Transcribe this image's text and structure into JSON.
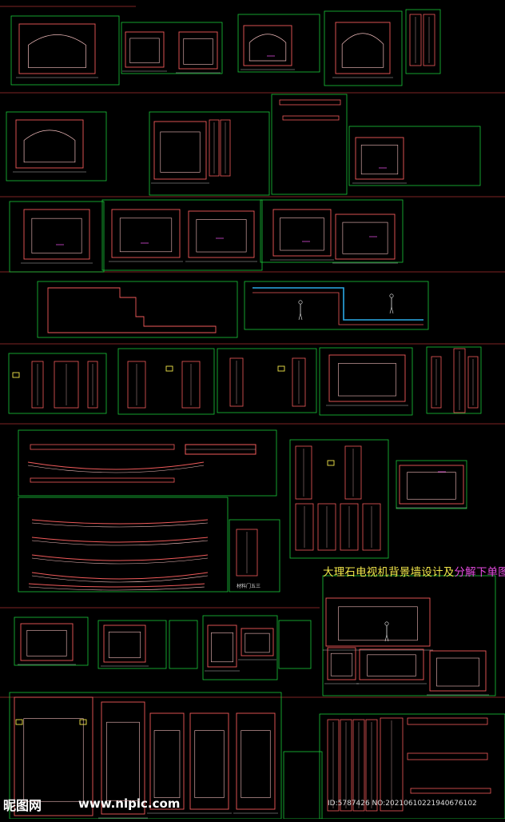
{
  "title": {
    "part1": "大理石电视机背景墙",
    "part2": "设计及",
    "part3": "分解下单图",
    "color1": "#f2e64a",
    "color3": "#e54be0"
  },
  "watermark": {
    "logo": "昵图网",
    "site": "www.nipic.com",
    "id_text": "ID:5787426 NO:20210610221940676102"
  },
  "labels": {
    "material": "材料门五三"
  },
  "colors": {
    "frame": "#19c93a",
    "outline": "#f05a5a",
    "pale": "#f2bcbc",
    "blue": "#2aa9e6",
    "yellow": "#f2e64a",
    "white": "#e8e8e8",
    "magenta": "#d94bd8",
    "divider": "#a83030"
  }
}
